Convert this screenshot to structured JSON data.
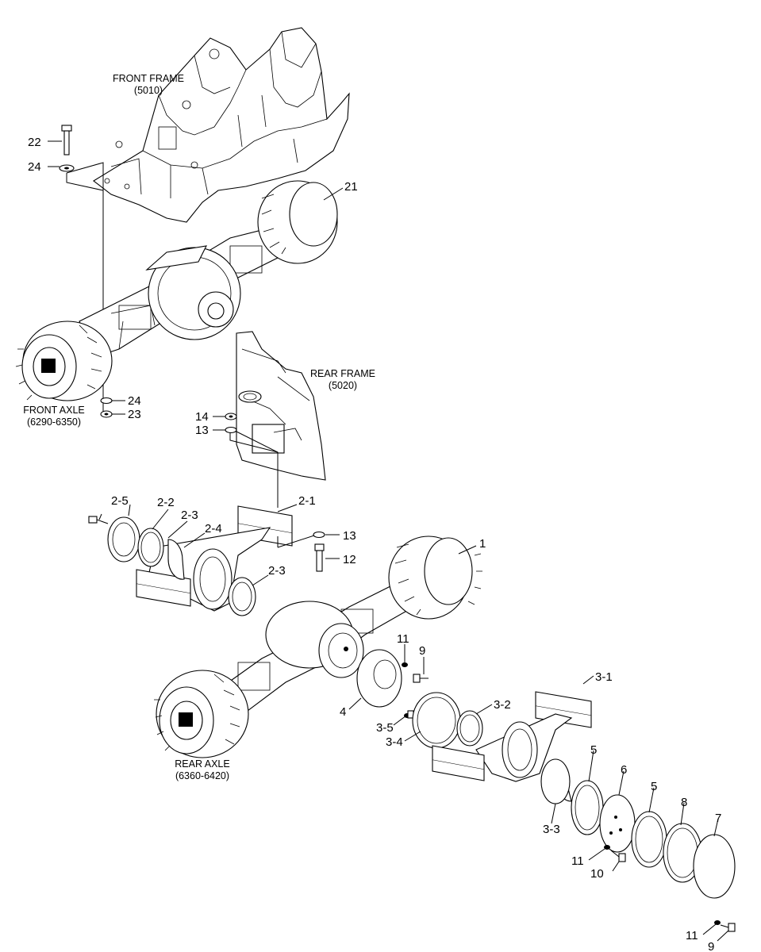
{
  "captions": {
    "front_frame": [
      "FRONT FRAME",
      "(5010)"
    ],
    "rear_frame": [
      "REAR FRAME",
      "(5020)"
    ],
    "front_axle": [
      "FRONT AXLE",
      "(6290-6350)"
    ],
    "rear_axle": [
      "REAR AXLE",
      "(6360-6420)"
    ]
  },
  "callouts": [
    {
      "id": "c22",
      "text": "22"
    },
    {
      "id": "c24a",
      "text": "24"
    },
    {
      "id": "c21",
      "text": "21"
    },
    {
      "id": "c24b",
      "text": "24"
    },
    {
      "id": "c23",
      "text": "23"
    },
    {
      "id": "c14",
      "text": "14"
    },
    {
      "id": "c13a",
      "text": "13"
    },
    {
      "id": "c2-5",
      "text": "2-5"
    },
    {
      "id": "c2-2",
      "text": "2-2"
    },
    {
      "id": "c2-3a",
      "text": "2-3"
    },
    {
      "id": "c2-4",
      "text": "2-4"
    },
    {
      "id": "c2-1",
      "text": "2-1"
    },
    {
      "id": "c13b",
      "text": "13"
    },
    {
      "id": "c12",
      "text": "12"
    },
    {
      "id": "c1",
      "text": "1"
    },
    {
      "id": "c2-3b",
      "text": "2-3"
    },
    {
      "id": "c11a",
      "text": "11"
    },
    {
      "id": "c9a",
      "text": "9"
    },
    {
      "id": "c4",
      "text": "4"
    },
    {
      "id": "c3-1",
      "text": "3-1"
    },
    {
      "id": "c3-5",
      "text": "3-5"
    },
    {
      "id": "c3-2",
      "text": "3-2"
    },
    {
      "id": "c3-4",
      "text": "3-4"
    },
    {
      "id": "c5a",
      "text": "5"
    },
    {
      "id": "c6",
      "text": "6"
    },
    {
      "id": "c5b",
      "text": "5"
    },
    {
      "id": "c8",
      "text": "8"
    },
    {
      "id": "c7",
      "text": "7"
    },
    {
      "id": "c3-3",
      "text": "3-3"
    },
    {
      "id": "c11b",
      "text": "11"
    },
    {
      "id": "c10",
      "text": "10"
    },
    {
      "id": "c11c",
      "text": "11"
    },
    {
      "id": "c9b",
      "text": "9"
    }
  ]
}
